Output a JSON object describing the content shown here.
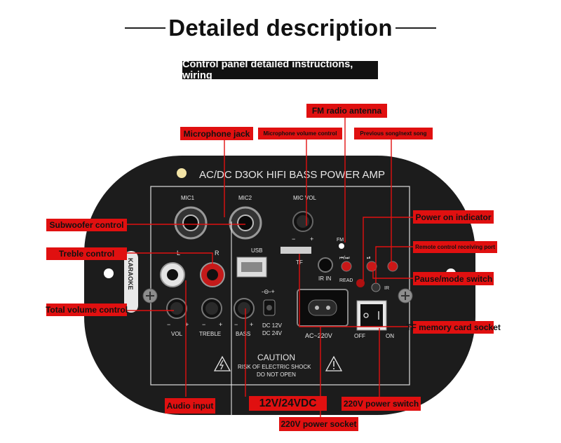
{
  "heading": {
    "title": "Detailed description"
  },
  "subheading": "Control panel detailed instructions, wiring",
  "panel": {
    "title": "AC/DC D3OK HIFI BASS POWER AMP",
    "mic1": "MIC1",
    "mic2": "MIC2",
    "mic_vol": "MIC VOL",
    "minus": "−",
    "plus": "+",
    "left": "L",
    "right": "R",
    "usb": "USB",
    "tf": "TF",
    "ir_in": "IR IN",
    "fm": "FM",
    "read": "READ",
    "ir": "IR",
    "vol": "VOL",
    "treble": "TREBLE",
    "bass": "BASS",
    "dc_symbol": "-⊖-+",
    "dc_12v": "DC 12V",
    "dc_24v": "DC 24V",
    "ac": "AC~220V",
    "off": "OFF",
    "on": "ON",
    "caution": "CAUTION",
    "risk": "RISK OF ELECTRIC SHOCK",
    "do_not_open": "DO NOT OPEN",
    "karaoke": "KARAOKE",
    "prev_next": "⏮/⏭",
    "play_pause": "⏯"
  },
  "callouts": {
    "fm_radio_antenna": "FM radio antenna",
    "microphone_jack": "Microphone jack",
    "microphone_volume_control": "Microphone volume control",
    "previous_next_song": "Previous song/next song",
    "subwoofer_control": "Subwoofer control",
    "power_on_indicator": "Power on indicator",
    "treble_control": "Treble control",
    "remote_control_port": "Remote control receiving port",
    "pause_mode_switch": "Pause/mode switch",
    "total_volume_control": "Total volume control",
    "tf_memory_card_socket": "TF memory card socket",
    "audio_input": "Audio input",
    "dc_voltage": "12V/24VDC",
    "power_switch_220v": "220V power switch",
    "power_socket_220v": "220V power socket"
  },
  "colors": {
    "callout_bg": "#e01010",
    "panel_bg": "#1c1c1c",
    "panel_text": "#e6e6e6",
    "leader_line": "#e01010"
  }
}
